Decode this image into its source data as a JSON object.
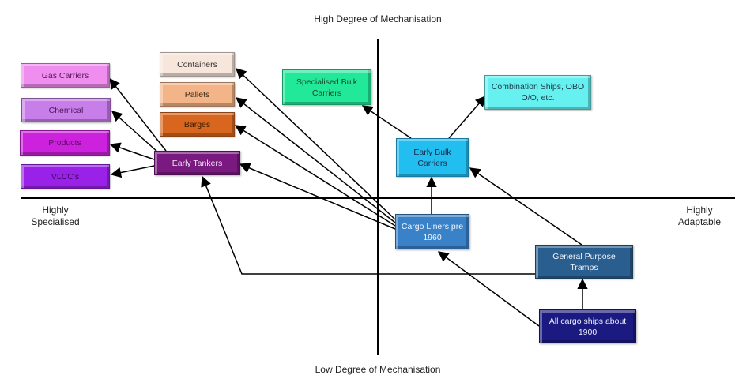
{
  "title": "Evolution of cargo ship types by degree of mechanisation and specialisation",
  "axes": {
    "top": "High Degree of Mechanisation",
    "bottom": "Low Degree of Mechanisation",
    "left": [
      "Highly",
      "Specialised"
    ],
    "right": [
      "Highly",
      "Adaptable"
    ]
  },
  "nodes": [
    {
      "id": "gas",
      "label": "Gas Carriers",
      "fill": "#f08ef0",
      "text": "#5a1a5a"
    },
    {
      "id": "chemical",
      "label": "Chemical",
      "fill": "#c77ee8",
      "text": "#4a1a5a"
    },
    {
      "id": "products",
      "label": "Products",
      "fill": "#cc22dd",
      "text": "#5a0a60"
    },
    {
      "id": "vlcc",
      "label": "VLCC's",
      "fill": "#9a22e8",
      "text": "#3a0a5a"
    },
    {
      "id": "tankers",
      "label": "Early Tankers",
      "fill": "#7a1a80",
      "text": "#f3e3f5"
    },
    {
      "id": "containers",
      "label": "Containers",
      "fill": "#f6e6dc",
      "text": "#333333"
    },
    {
      "id": "pallets",
      "label": "Pallets",
      "fill": "#f3b487",
      "text": "#3a2a1a"
    },
    {
      "id": "barges",
      "label": "Barges",
      "fill": "#d8661e",
      "text": "#3a1a00"
    },
    {
      "id": "specbulk",
      "label": "Specialised Bulk Carriers",
      "fill": "#22e89a",
      "text": "#1a4a2a"
    },
    {
      "id": "combo",
      "label": "Combination Ships, OBO O/O, etc.",
      "fill": "#66f0f0",
      "text": "#1a3a4a"
    },
    {
      "id": "earlybulk",
      "label": "Early Bulk Carriers",
      "fill": "#22bef0",
      "text": "#1a2a4a"
    },
    {
      "id": "liners",
      "label": "Cargo Liners pre 1960",
      "fill": "#3a82c8",
      "text": "#eef4ff"
    },
    {
      "id": "tramps",
      "label": "General Purpose Tramps",
      "fill": "#2a5e8e",
      "text": "#eef4ff"
    },
    {
      "id": "all1900",
      "label": "All cargo ships about 1900",
      "fill": "#1a1a80",
      "text": "#eeeeff"
    }
  ],
  "edges": [
    {
      "from": "tankers",
      "to": "gas"
    },
    {
      "from": "tankers",
      "to": "chemical"
    },
    {
      "from": "tankers",
      "to": "products"
    },
    {
      "from": "tankers",
      "to": "vlcc"
    },
    {
      "from": "liners",
      "to": "containers"
    },
    {
      "from": "liners",
      "to": "pallets"
    },
    {
      "from": "liners",
      "to": "barges"
    },
    {
      "from": "liners",
      "to": "tankers"
    },
    {
      "from": "liners",
      "to": "earlybulk"
    },
    {
      "from": "earlybulk",
      "to": "specbulk"
    },
    {
      "from": "earlybulk",
      "to": "combo"
    },
    {
      "from": "tramps",
      "to": "earlybulk"
    },
    {
      "from": "tramps",
      "to": "tankers"
    },
    {
      "from": "all1900",
      "to": "tramps"
    },
    {
      "from": "all1900",
      "to": "liners"
    }
  ]
}
